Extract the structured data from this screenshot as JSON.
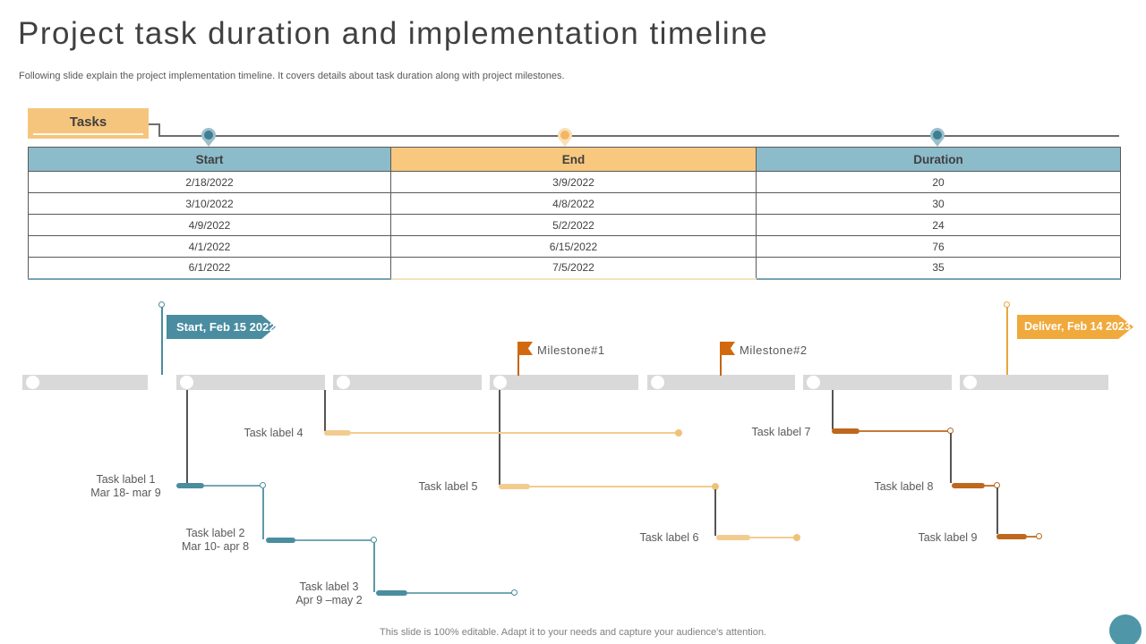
{
  "slide": {
    "title": "Project task duration and implementation timeline",
    "subtitle": "Following slide explain the project implementation timeline. It covers details about task duration along with project milestones.",
    "footer": "This slide is 100% editable. Adapt it to your needs and capture your audience's attention."
  },
  "table": {
    "section_label": "Tasks",
    "columns": [
      "Start",
      "End",
      "Duration"
    ],
    "rows": [
      {
        "start": "2/18/2022",
        "end": "3/9/2022",
        "duration": "20"
      },
      {
        "start": "3/10/2022",
        "end": "4/8/2022",
        "duration": "30"
      },
      {
        "start": "4/9/2022",
        "end": "5/2/2022",
        "duration": "24"
      },
      {
        "start": "4/1/2022",
        "end": "6/15/2022",
        "duration": "76"
      },
      {
        "start": "6/1/2022",
        "end": "7/5/2022",
        "duration": "35"
      }
    ]
  },
  "timeline": {
    "start_label": "Start, Feb 15 2022",
    "deliver_label": "Deliver, Feb 14 2023",
    "milestone1": "Milestone#1",
    "milestone2": "Milestone#2",
    "tasks": [
      {
        "label": "Task label 1",
        "dates": "Mar 18- mar 9"
      },
      {
        "label": "Task label 2",
        "dates": "Mar 10- apr 8"
      },
      {
        "label": "Task label 3",
        "dates": "Apr 9 –may 2"
      },
      {
        "label": "Task label 4",
        "dates": ""
      },
      {
        "label": "Task label 5",
        "dates": ""
      },
      {
        "label": "Task label 6",
        "dates": ""
      },
      {
        "label": "Task label 7",
        "dates": ""
      },
      {
        "label": "Task label 8",
        "dates": ""
      },
      {
        "label": "Task label 9",
        "dates": ""
      }
    ]
  },
  "icons": {
    "pin": "map-pin-icon",
    "flag": "milestone-flag-icon",
    "timeline_node": "timeline-node-icon"
  },
  "colors": {
    "teal": "#4A8D9F",
    "table_header_teal": "#8CBBCA",
    "table_header_orange": "#F8C87F",
    "tasks_box_orange": "#F6C57D",
    "amber_banner": "#F0A93C",
    "flag_orange": "#D2690F",
    "light_orange_bar": "#F2CC8F",
    "dark_orange_bar": "#BE671D",
    "timeline_gray": "#D9D9D9"
  }
}
